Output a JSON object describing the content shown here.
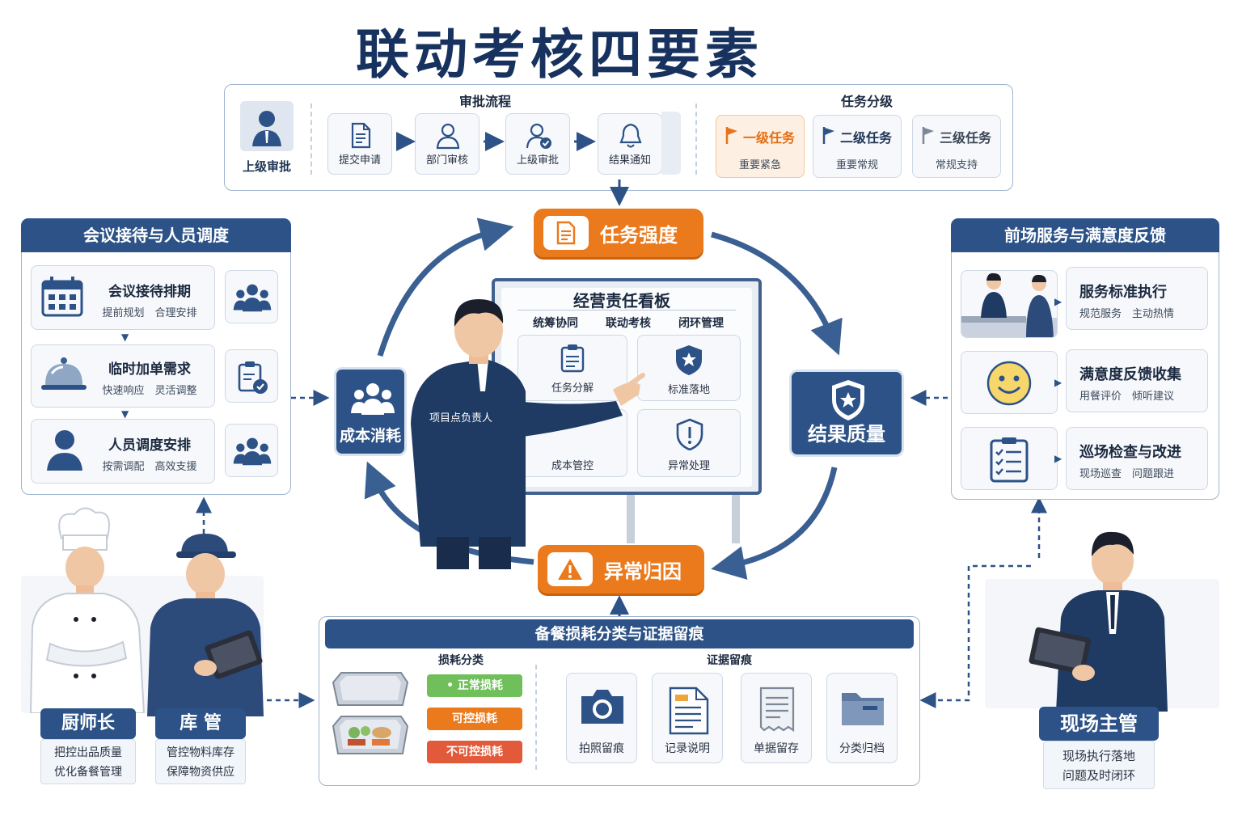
{
  "title": "联动考核四要素",
  "approval": {
    "section_title": "审批流程",
    "superior_label": "上级审批",
    "steps": [
      "提交申请",
      "部门审核",
      "上级审批",
      "结果通知"
    ]
  },
  "tiers": {
    "section_title": "任务分级",
    "items": [
      {
        "name": "一级任务",
        "desc": "重要紧急"
      },
      {
        "name": "二级任务",
        "desc": "重要常规"
      },
      {
        "name": "三级任务",
        "desc": "常规支持"
      }
    ]
  },
  "center": {
    "top_pill": "任务强度",
    "bottom_pill": "异常归因",
    "left_node": "成本消耗",
    "right_node": "结果质量",
    "board_title": "经营责任看板",
    "board_tabs": [
      "统筹协同",
      "联动考核",
      "闭环管理"
    ],
    "board_cells": [
      "任务分解",
      "标准落地",
      "成本管控",
      "异常处理"
    ],
    "presenter_label": "项目点负责人"
  },
  "left_panel": {
    "title": "会议接待与人员调度",
    "rows": [
      {
        "title": "会议接待排期",
        "desc": "提前规划　合理安排"
      },
      {
        "title": "临时加单需求",
        "desc": "快速响应　灵活调整"
      },
      {
        "title": "人员调度安排",
        "desc": "按需调配　高效支援"
      }
    ]
  },
  "right_panel": {
    "title": "前场服务与满意度反馈",
    "rows": [
      {
        "title": "服务标准执行",
        "desc": "规范服务　主动热情"
      },
      {
        "title": "满意度反馈收集",
        "desc": "用餐评价　倾听建议"
      },
      {
        "title": "巡场检查与改进",
        "desc": "现场巡查　问题跟进"
      }
    ]
  },
  "roles": {
    "chef": {
      "name": "厨师长",
      "line1": "把控出品质量",
      "line2": "优化备餐管理"
    },
    "storekeeper": {
      "name": "库 管",
      "line1": "管控物料库存",
      "line2": "保障物资供应"
    },
    "supervisor": {
      "name": "现场主管",
      "line1": "现场执行落地",
      "line2": "问题及时闭环"
    }
  },
  "bottom_panel": {
    "title": "备餐损耗分类与证据留痕",
    "loss_title": "损耗分类",
    "evidence_title": "证据留痕",
    "loss_types": [
      "• 正常损耗",
      "可控损耗",
      "不可控损耗"
    ],
    "evidence": [
      "拍照留痕",
      "记录说明",
      "单据留存",
      "分类归档"
    ]
  },
  "colors": {
    "navy": "#2c5287",
    "orange": "#ea7a1c",
    "green": "#6fbf5a",
    "red": "#e35a3a"
  }
}
